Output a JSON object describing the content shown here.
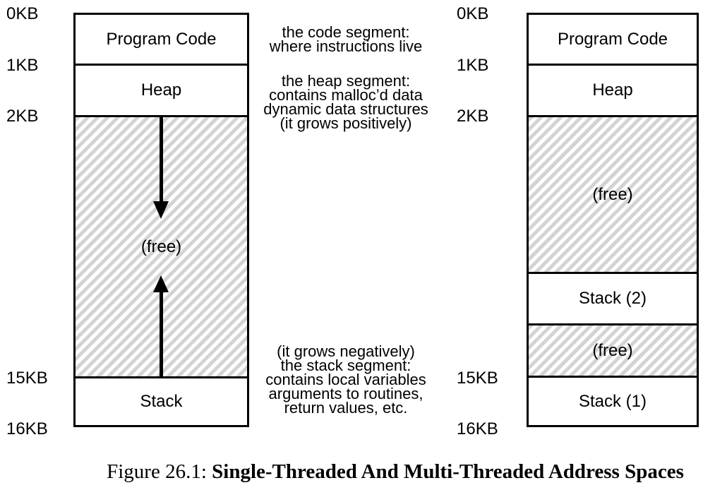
{
  "left_diagram": {
    "address_labels": [
      "0KB",
      "1KB",
      "2KB",
      "15KB",
      "16KB"
    ],
    "segments": {
      "program_code": "Program Code",
      "heap": "Heap",
      "free": "(free)",
      "stack": "Stack"
    }
  },
  "right_diagram": {
    "address_labels": [
      "0KB",
      "1KB",
      "2KB",
      "15KB",
      "16KB"
    ],
    "segments": {
      "program_code": "Program Code",
      "heap": "Heap",
      "free_upper": "(free)",
      "stack2": "Stack (2)",
      "free_lower": "(free)",
      "stack1": "Stack (1)"
    }
  },
  "annotations": {
    "code_segment": [
      "the code segment:",
      "where instructions live"
    ],
    "heap_segment": [
      "the heap segment:",
      "contains malloc’d data",
      "dynamic data structures",
      "(it grows positively)"
    ],
    "stack_segment": [
      "(it grows negatively)",
      "the stack segment:",
      "contains local variables",
      "arguments to routines,",
      "return values, etc."
    ]
  },
  "icons": {
    "heap_growth": "arrow-down",
    "stack_growth": "arrow-up"
  },
  "caption": {
    "prefix": "Figure 26.1: ",
    "title": "Single-Threaded And Multi-Threaded Address Spaces"
  },
  "colors": {
    "ink": "#000000",
    "hatch_gray": "#d3d3d3",
    "background": "#ffffff"
  }
}
